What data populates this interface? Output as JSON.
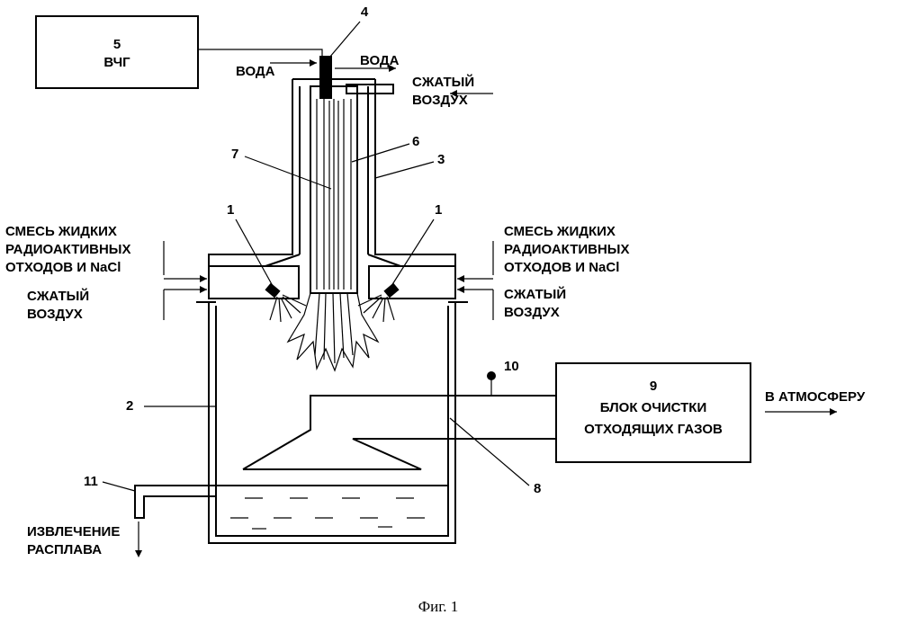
{
  "labels": {
    "vchg_num": "5",
    "vchg": "ВЧГ",
    "voda_in": "ВОДА",
    "voda_out": "ВОДА",
    "air_top_1": "СЖАТЫЙ",
    "air_top_2": "ВОЗДУХ",
    "left_mix_1": "СМЕСЬ ЖИДКИХ",
    "left_mix_2": "РАДИОАКТИВНЫХ",
    "left_mix_3": "ОТХОДОВ И NaCl",
    "left_air_1": "СЖАТЫЙ",
    "left_air_2": "ВОЗДУХ",
    "right_mix_1": "СМЕСЬ ЖИДКИХ",
    "right_mix_2": "РАДИОАКТИВНЫХ",
    "right_mix_3": "ОТХОДОВ И NaCl",
    "right_air_1": "СЖАТЫЙ",
    "right_air_2": "ВОЗДУХ",
    "block_num": "9",
    "block_1": "БЛОК ОЧИСТКИ",
    "block_2": "ОТХОДЯЩИХ ГАЗОВ",
    "atmosphere": "В  АТМОСФЕРУ",
    "melt_1": "ИЗВЛЕЧЕНИЕ",
    "melt_2": "РАСПЛАВА"
  },
  "numbers": {
    "n4": "4",
    "n6": "6",
    "n3": "3",
    "n7": "7",
    "n1_left": "1",
    "n1_right": "1",
    "n10": "10",
    "n2": "2",
    "n11": "11",
    "n8": "8"
  },
  "caption": "Фиг. 1"
}
